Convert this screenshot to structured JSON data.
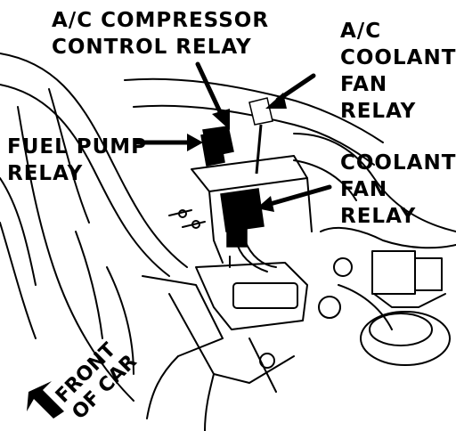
{
  "labels": {
    "ac_compressor": [
      "A/C COMPRESSOR",
      "CONTROL RELAY"
    ],
    "ac_coolant_fan": [
      "A/C",
      "COOLANT",
      "FAN",
      "RELAY"
    ],
    "fuel_pump": [
      "FUEL PUMP",
      "RELAY"
    ],
    "coolant_fan": [
      "COOLANT",
      "FAN",
      "RELAY"
    ],
    "front_of_car": [
      "FRONT",
      "OF CAR"
    ]
  },
  "colors": {
    "ink": "#000000",
    "paper": "#ffffff"
  }
}
